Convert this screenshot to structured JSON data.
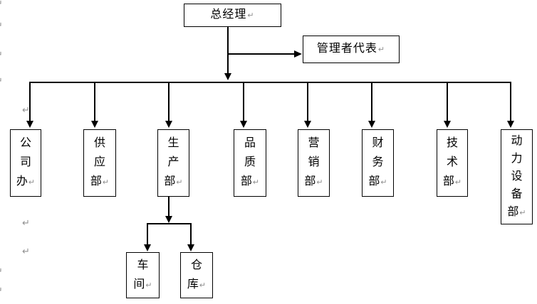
{
  "diagram": {
    "type": "org-chart",
    "return_mark": "↵",
    "colors": {
      "background": "#ffffff",
      "line": "#000000",
      "box_border": "#000000",
      "text": "#000000",
      "formatting_mark": "#909090"
    },
    "root": {
      "label": "总经理"
    },
    "staff": {
      "label": "管理者代表"
    },
    "departments": [
      {
        "name": "company-office",
        "label": "公司办",
        "text": "公\n司\n办"
      },
      {
        "name": "supply-dept",
        "label": "供应部",
        "text": "供\n应\n部"
      },
      {
        "name": "production-dept",
        "label": "生产部",
        "text": "生\n产\n部"
      },
      {
        "name": "quality-dept",
        "label": "品质部",
        "text": "品\n质\n部"
      },
      {
        "name": "marketing-dept",
        "label": "营销部",
        "text": "营\n销\n部"
      },
      {
        "name": "finance-dept",
        "label": "财务部",
        "text": "财\n务\n部"
      },
      {
        "name": "technology-dept",
        "label": "技术部",
        "text": "技\n术\n部"
      },
      {
        "name": "power-equipment-dept",
        "label": "动力设备部",
        "text": "动\n力\n设\n备\n部"
      }
    ],
    "production_children": [
      {
        "name": "workshop",
        "label": "车间",
        "text": "车\n间"
      },
      {
        "name": "warehouse",
        "label": "仓库",
        "text": "仓\n库"
      }
    ]
  }
}
